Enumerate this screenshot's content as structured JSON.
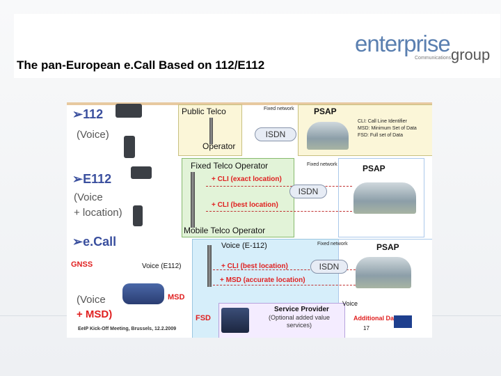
{
  "header": {
    "title": "The pan-European e.Call  Based on 112/E112",
    "logo_main": "enterprise",
    "logo_sub": "Communications",
    "logo_group": "group"
  },
  "slide": {
    "s112": {
      "label": "➢112",
      "sub": "(Voice)"
    },
    "e112": {
      "label": "➢E112",
      "sub1": "(Voice",
      "sub2": "+ location)"
    },
    "ecall": {
      "label": "➢e.Call",
      "gnss": "GNSS",
      "sub1": "(Voice",
      "sub2": "+ MSD)"
    },
    "row1": {
      "public_telco": "Public Telco",
      "fixed_network": "Fixed network",
      "isdn": "ISDN",
      "operator": "Operator",
      "psap": "PSAP",
      "legend": [
        "CLI: Call Line Identifier",
        "MSD: Minimum Set of Data",
        "FSD: Full set of Data"
      ]
    },
    "row2": {
      "fixed_operator": "Fixed Telco Operator",
      "fixed_network": "Fixed network",
      "cli_exact": "+ CLI (exact location)",
      "isdn": "ISDN",
      "cli_best": "+ CLI (best  location)",
      "mobile_operator": "Mobile Telco Operator",
      "psap": "PSAP"
    },
    "row3": {
      "voice_e112": "Voice (E-112)",
      "fixed_network": "Fixed network",
      "cli_best": "+ CLI (best  location)",
      "isdn": "ISDN",
      "msd_accurate": "+ MSD (accurate location)",
      "psap": "PSAP",
      "voice_e112_left": "Voice (E112)",
      "msd": "MSD",
      "fsd": "FSD",
      "service_provider": "Service Provider",
      "service_sub": "(Optional added value services)",
      "voice": "Voice",
      "additional_data": "Additional Data",
      "page": "17"
    },
    "footer": "EeIP Kick-Off Meeting, Brussels, 12.2.2009"
  }
}
